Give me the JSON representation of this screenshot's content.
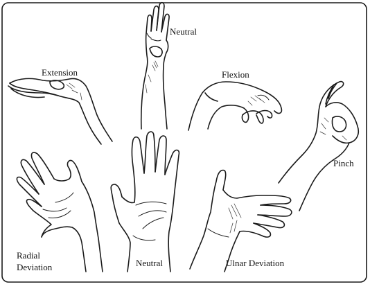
{
  "labels": {
    "neutral_top": "Neutral",
    "extension": "Extension",
    "flexion": "Flexion",
    "pinch": "Pinch",
    "radial_deviation_line1": "Radial",
    "radial_deviation_line2": "Deviation",
    "neutral_bottom": "Neutral",
    "ulnar_deviation": "Ulnar Deviation"
  }
}
